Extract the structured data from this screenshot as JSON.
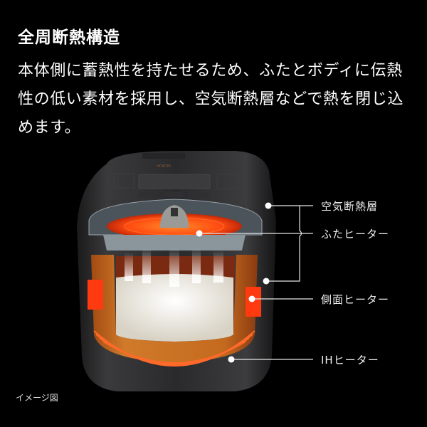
{
  "header": {
    "title": "全周断熱構造",
    "description": "本体側に蓄熱性を持たせるため、ふたとボディに伝熱性の低い素材を採用し、空気断熱層などで熱を閉じ込めます。"
  },
  "diagram": {
    "labels": {
      "air_layer": "空気断熱層",
      "lid_heater": "ふたヒーター",
      "side_heater": "側面ヒーター",
      "ih_heater": "IHヒーター"
    },
    "caption": "イメージ図"
  },
  "colors": {
    "background": "#000000",
    "text": "#ffffff",
    "heater_orange": "#ff5a1a",
    "body_gray": "#2a2a2c"
  }
}
